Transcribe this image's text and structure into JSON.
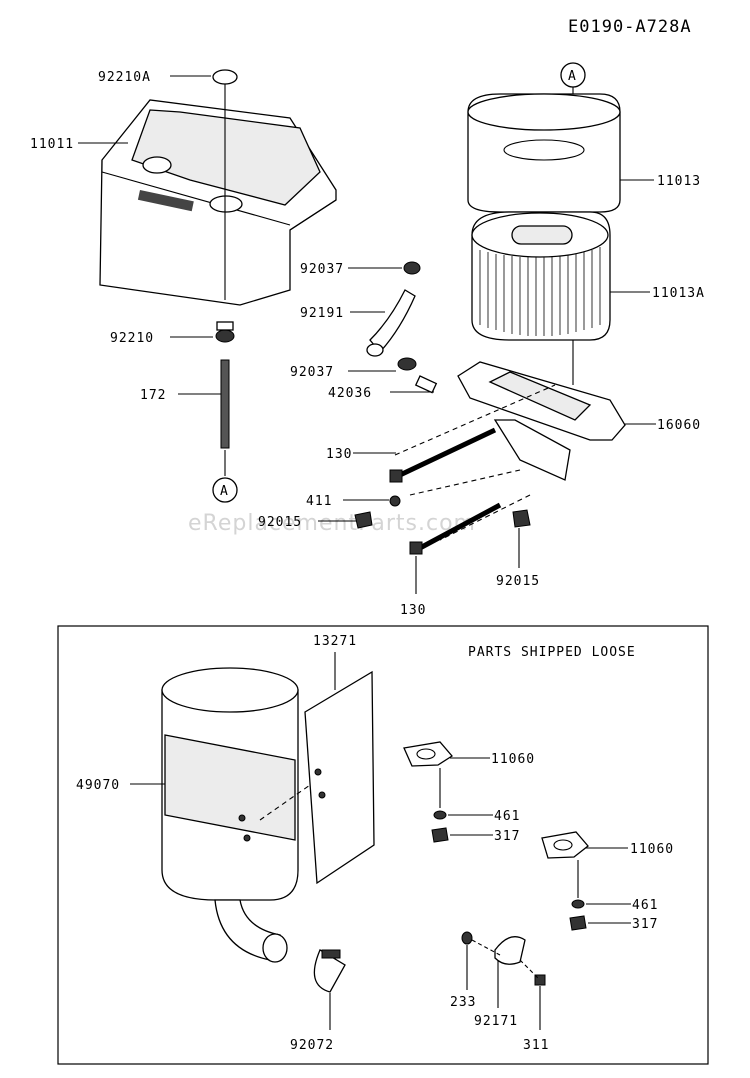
{
  "diagram_code": "E0190-A728A",
  "watermark": "eReplacementParts.com",
  "box_title": "PARTS SHIPPED LOOSE",
  "callout_ref": "A",
  "labels": {
    "p92210A": "92210A",
    "p11011": "11011",
    "p92210": "92210",
    "p172": "172",
    "p92037a": "92037",
    "p92191": "92191",
    "p92037b": "92037",
    "p42036": "42036",
    "p11013": "11013",
    "p11013A": "11013A",
    "p16060": "16060",
    "p130a": "130",
    "p411": "411",
    "p92015a": "92015",
    "p92015b": "92015",
    "p130b": "130",
    "p13271": "13271",
    "p49070": "49070",
    "p11060a": "11060",
    "p461a": "461",
    "p317a": "317",
    "p11060b": "11060",
    "p461b": "461",
    "p317b": "317",
    "p233": "233",
    "p92171": "92171",
    "p311": "311",
    "p92072": "92072"
  }
}
